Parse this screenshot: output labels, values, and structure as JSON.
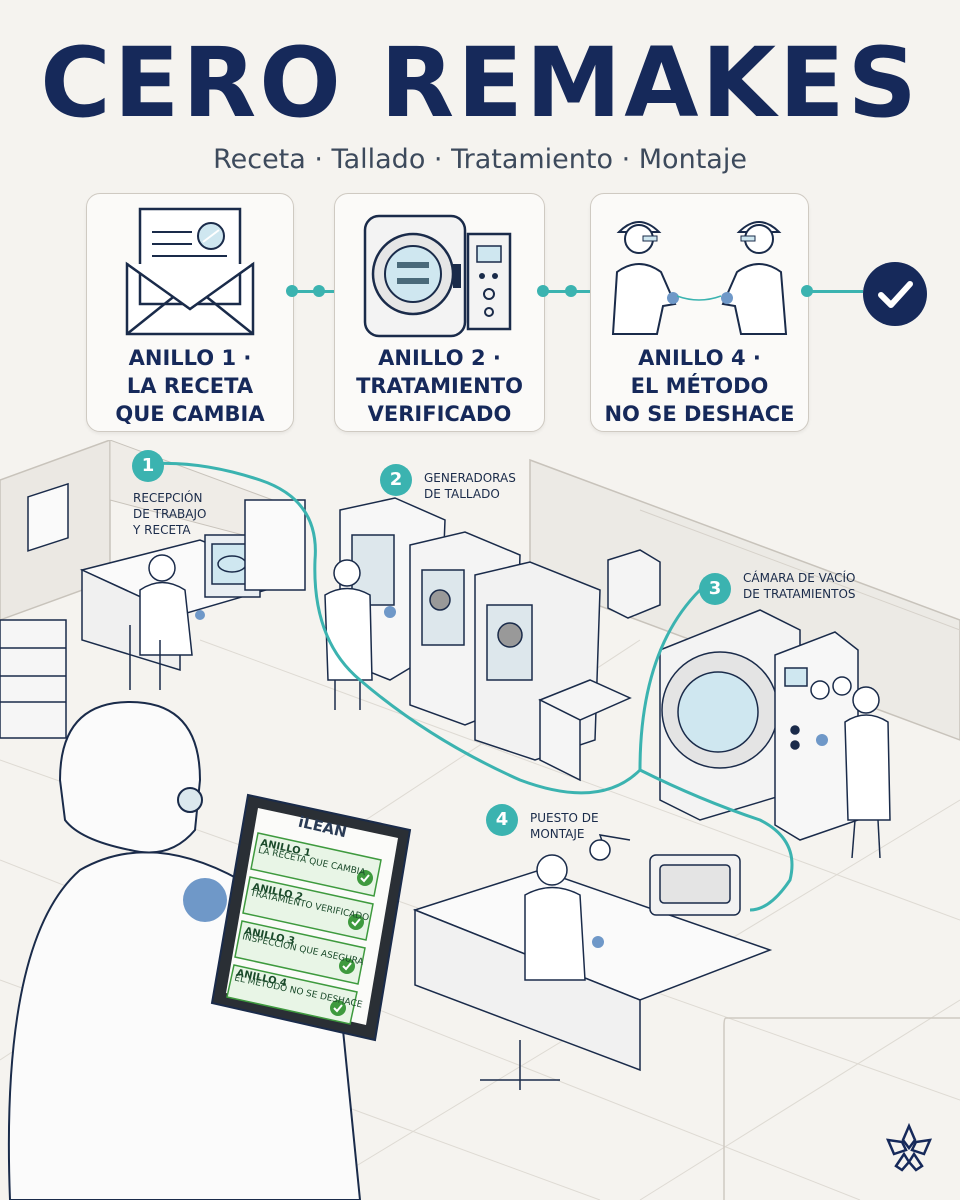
{
  "header": {
    "title": "CERO REMAKES",
    "subtitle": "Receta · Tallado · Tratamiento · Montaje"
  },
  "cards": [
    {
      "label": "ANILLO 1 ·\nLA RECETA\nQUE CAMBIA",
      "icon": "envelope-prescription-icon"
    },
    {
      "label": "ANILLO 2 ·\nTRATAMIENTO\nVERIFICADO",
      "icon": "vacuum-chamber-icon"
    },
    {
      "label": "ANILLO 4 ·\nEL MÉTODO\nNO SE DESHACE",
      "icon": "technicians-handoff-icon"
    }
  ],
  "final_check_icon": "check-icon",
  "steps": [
    {
      "number": "1",
      "label": "RECEPCIÓN\nDE TRABAJO\nY RECETA"
    },
    {
      "number": "2",
      "label": "GENERADORAS\nDE TALLADO"
    },
    {
      "number": "3",
      "label": "CÁMARA DE VACÍO\nDE TRATAMIENTOS"
    },
    {
      "number": "4",
      "label": "PUESTO DE\nMONTAJE"
    }
  ],
  "tablet": {
    "app_name": "iLEAN",
    "rows": [
      {
        "title": "ANILLO 1",
        "sub": "LA RECETA QUE CAMBIA"
      },
      {
        "title": "ANILLO 2",
        "sub": "TRATAMIENTO VERIFICADO"
      },
      {
        "title": "ANILLO 3",
        "sub": "INSPECCIÓN QUE ASEGURA"
      },
      {
        "title": "ANILLO 4",
        "sub": "EL MÉTODO NO SE DESHACE"
      }
    ]
  },
  "colors": {
    "navy": "#16295a",
    "teal": "#3bb3b0",
    "check_green": "#3e9a3e",
    "glove_blue": "#6f98c8",
    "background": "#f5f3ef"
  },
  "logo_icon": "flower-logo-icon"
}
